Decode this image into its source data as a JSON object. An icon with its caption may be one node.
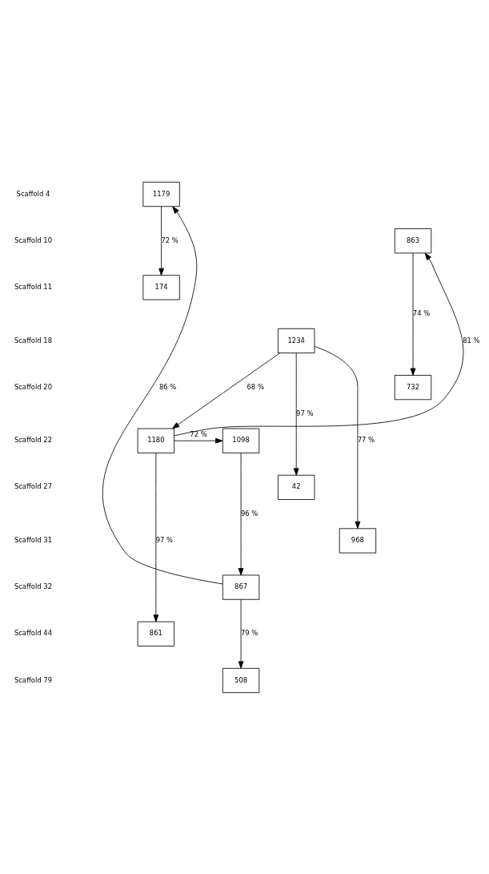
{
  "diagram": {
    "nodes": [
      {
        "text": [
          "1179"
        ]
      },
      {
        "text": [
          "863"
        ]
      },
      {
        "text": [
          "174"
        ]
      },
      {
        "text": [
          "1234"
        ]
      },
      {
        "text": [
          "732"
        ]
      },
      {
        "text": [
          "1180"
        ]
      },
      {
        "text": [
          "1098"
        ]
      },
      {
        "text": [
          "42"
        ]
      },
      {
        "text": [
          "968"
        ]
      },
      {
        "text": [
          "867"
        ]
      },
      {
        "text": [
          "861"
        ]
      },
      {
        "text": [
          "508"
        ]
      }
    ],
    "edges": [
      {
        "from": 0,
        "to": 2,
        "arrow": "to",
        "label": "72 %"
      },
      {
        "from": 1,
        "to": 4,
        "arrow": "to",
        "label": "74 %"
      },
      {
        "from": 5,
        "to": 1,
        "arrow": "to",
        "label": "81 %"
      },
      {
        "from": 9,
        "to": 0,
        "arrow": "to",
        "label": "86 %"
      },
      {
        "from": 3,
        "to": 5,
        "arrow": "to",
        "label": "68 %"
      },
      {
        "from": 3,
        "to": 7,
        "arrow": "to",
        "label": "97 %"
      },
      {
        "from": 3,
        "to": 8,
        "arrow": "to",
        "label": "77 %"
      },
      {
        "from": 5,
        "to": 6,
        "arrow": "to",
        "label": "72 %"
      },
      {
        "from": 6,
        "to": 9,
        "arrow": "to",
        "label": "96 %"
      },
      {
        "from": 5,
        "to": 10,
        "arrow": "to",
        "label": "97 %"
      },
      {
        "from": 9,
        "to": 11,
        "arrow": "to",
        "label": "79 %"
      }
    ],
    "labels": [
      "Scaffold 4",
      "Scaffold 10",
      "Scaffold 11",
      "Scaffold 18",
      "Scaffold 20",
      "Scaffold 22",
      "Scaffold 27",
      "Scaffold 31",
      "Scaffold 32",
      "Scaffold 44",
      "Scaffold 79"
    ]
  }
}
